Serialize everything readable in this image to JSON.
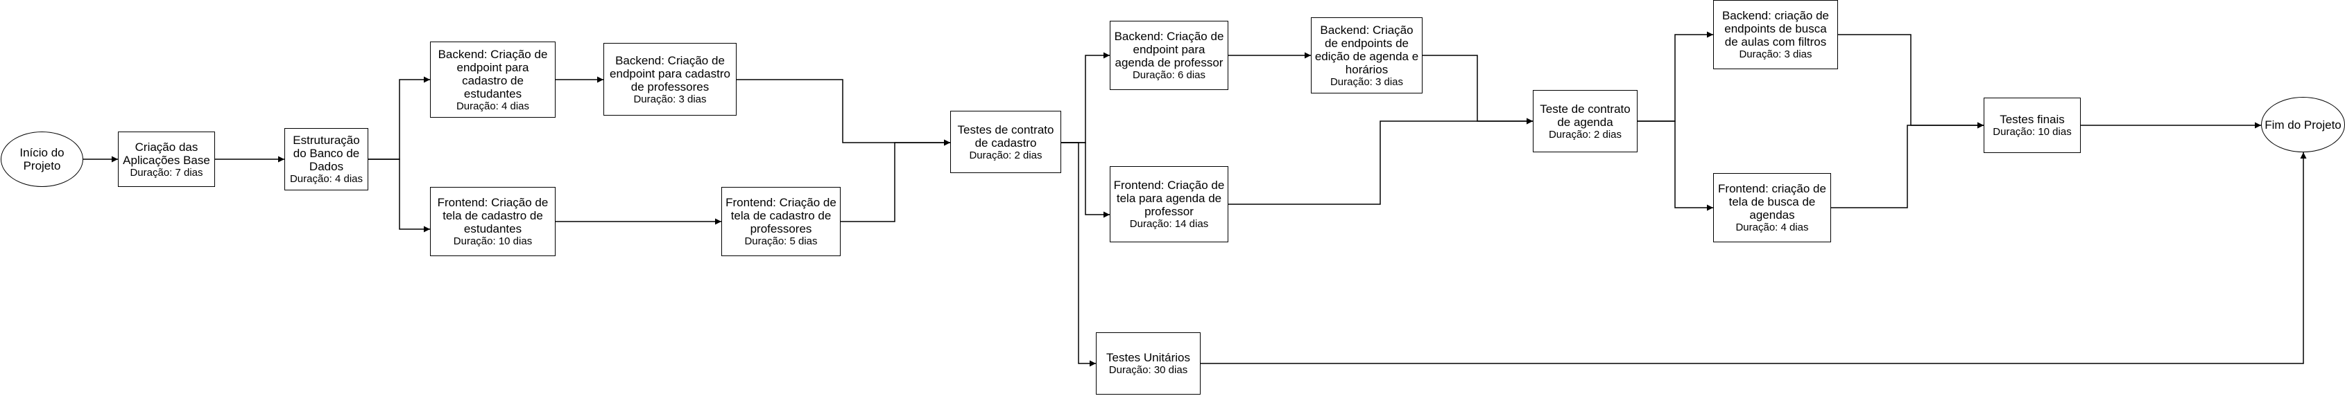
{
  "nodes": [
    {
      "id": "inicio",
      "title": "Início do Projeto",
      "duration": ""
    },
    {
      "id": "criacao-apps",
      "title": "Criação das Aplicações Base",
      "duration": "Duração: 7 dias"
    },
    {
      "id": "estruturacao-bd",
      "title": "Estruturação do Banco de Dados",
      "duration": "Duração: 4 dias"
    },
    {
      "id": "backend-estudantes",
      "title": "Backend: Criação de endpoint para cadastro de estudantes",
      "duration": "Duração: 4 dias"
    },
    {
      "id": "backend-professores",
      "title": "Backend: Criação de endpoint para cadastro de professores",
      "duration": "Duração: 3 dias"
    },
    {
      "id": "frontend-estudantes",
      "title": "Frontend: Criação de tela de cadastro de estudantes",
      "duration": "Duração: 10 dias"
    },
    {
      "id": "frontend-professores",
      "title": "Frontend: Criação de tela de cadastro de professores",
      "duration": "Duração: 5 dias"
    },
    {
      "id": "testes-cadastro",
      "title": "Testes de contrato de cadastro",
      "duration": "Duração: 2 dias"
    },
    {
      "id": "backend-agenda-prof",
      "title": "Backend: Criação de endpoint para agenda de professor",
      "duration": "Duração: 6 dias"
    },
    {
      "id": "backend-edicao-agenda",
      "title": "Backend: Criação de endpoints de edição de agenda e horários",
      "duration": "Duração: 3 dias"
    },
    {
      "id": "frontend-agenda-prof",
      "title": "Frontend: Criação de tela para agenda de professor",
      "duration": "Duração: 14 dias"
    },
    {
      "id": "testes-unitarios",
      "title": "Testes Unitários",
      "duration": "Duração: 30 dias"
    },
    {
      "id": "teste-agenda",
      "title": "Teste de contrato de agenda",
      "duration": "Duração: 2 dias"
    },
    {
      "id": "backend-busca",
      "title": "Backend: criação de endpoints de busca de aulas com filtros",
      "duration": "Duração: 3 dias"
    },
    {
      "id": "frontend-busca",
      "title": "Frontend: criação de tela de busca de agendas",
      "duration": "Duração: 4 dias"
    },
    {
      "id": "testes-finais",
      "title": "Testes finais",
      "duration": "Duração: 10 dias"
    },
    {
      "id": "fim",
      "title": "Fim do Projeto",
      "duration": ""
    }
  ],
  "edges": [
    [
      "inicio",
      "criacao-apps"
    ],
    [
      "criacao-apps",
      "estruturacao-bd"
    ],
    [
      "estruturacao-bd",
      "backend-estudantes"
    ],
    [
      "estruturacao-bd",
      "frontend-estudantes"
    ],
    [
      "backend-estudantes",
      "backend-professores"
    ],
    [
      "frontend-estudantes",
      "frontend-professores"
    ],
    [
      "backend-professores",
      "testes-cadastro"
    ],
    [
      "frontend-professores",
      "testes-cadastro"
    ],
    [
      "testes-cadastro",
      "backend-agenda-prof"
    ],
    [
      "testes-cadastro",
      "frontend-agenda-prof"
    ],
    [
      "testes-cadastro",
      "testes-unitarios"
    ],
    [
      "backend-agenda-prof",
      "backend-edicao-agenda"
    ],
    [
      "backend-edicao-agenda",
      "teste-agenda"
    ],
    [
      "frontend-agenda-prof",
      "teste-agenda"
    ],
    [
      "teste-agenda",
      "backend-busca"
    ],
    [
      "teste-agenda",
      "frontend-busca"
    ],
    [
      "backend-busca",
      "testes-finais"
    ],
    [
      "frontend-busca",
      "testes-finais"
    ],
    [
      "testes-finais",
      "fim"
    ],
    [
      "testes-unitarios",
      "fim"
    ]
  ]
}
